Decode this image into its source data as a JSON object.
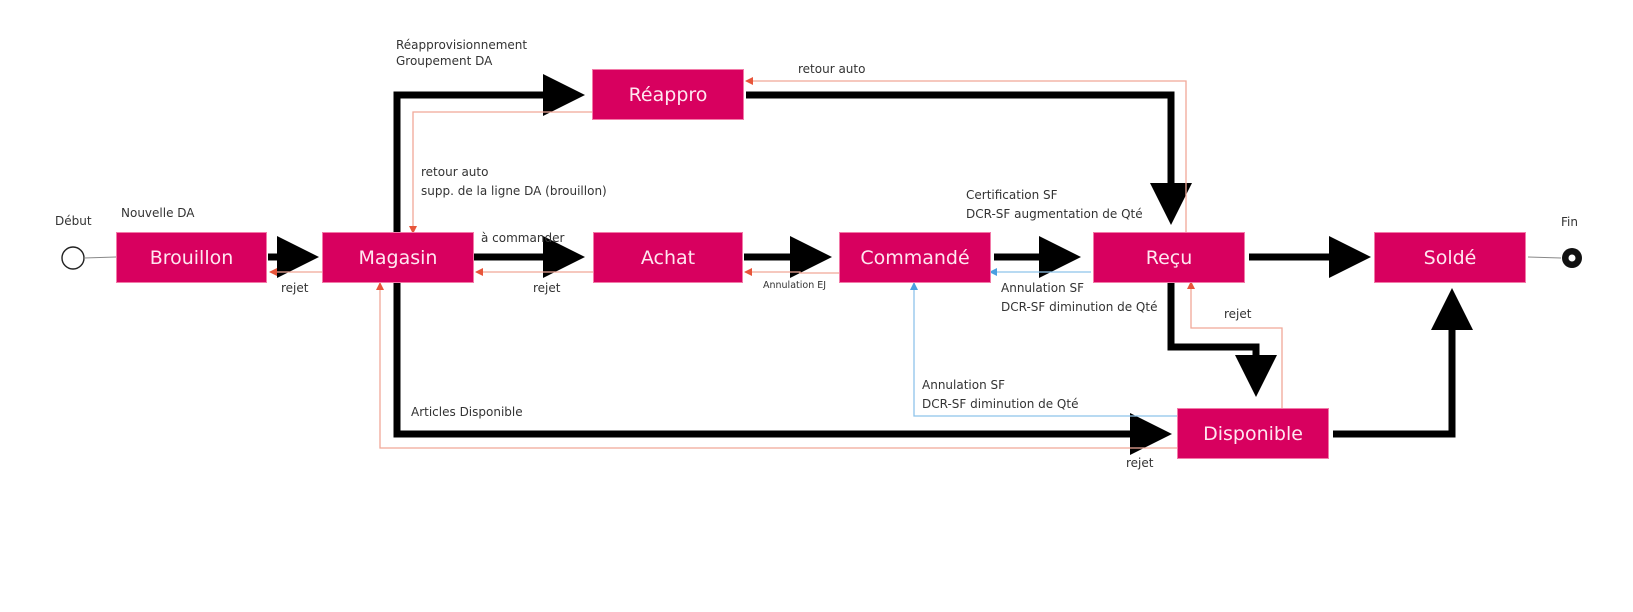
{
  "colors": {
    "node_fill": "#d8005f",
    "node_text": "#ffe6f0",
    "main_flow": "#000000",
    "reject_flow": "#e8553a",
    "reject_line": "#f0a898",
    "cancel_flow": "#4a9fe0",
    "cancel_line": "#8ec4ea"
  },
  "start": {
    "label": "Début"
  },
  "end": {
    "label": "Fin"
  },
  "nodes": {
    "brouillon": "Brouillon",
    "magasin": "Magasin",
    "reappro": "Réappro",
    "achat": "Achat",
    "commande": "Commandé",
    "recu": "Reçu",
    "solde": "Soldé",
    "disponible": "Disponible"
  },
  "labels": {
    "nouvelle_da": "Nouvelle DA",
    "reappro_line1": "Réapprovisionnement",
    "reappro_line2": "Groupement DA",
    "retour_auto_top": "retour auto",
    "retour_auto_mag_line1": "retour auto",
    "retour_auto_mag_line2": "supp. de la ligne DA (brouillon)",
    "a_commander": "à commander",
    "rejet_brouillon": "rejet",
    "rejet_achat": "rejet",
    "annulation_ej": "Annulation EJ",
    "certif_line1": "Certification SF",
    "certif_line2": "DCR-SF augmentation de Qté",
    "annul_recu_line1": "Annulation SF",
    "annul_recu_line2": "DCR-SF diminution de Qté",
    "rejet_recu": "rejet",
    "annul_dispo_line1": "Annulation SF",
    "annul_dispo_line2": "DCR-SF diminution de Qté",
    "articles_disponible": "Articles Disponible",
    "rejet_dispo": "rejet"
  }
}
